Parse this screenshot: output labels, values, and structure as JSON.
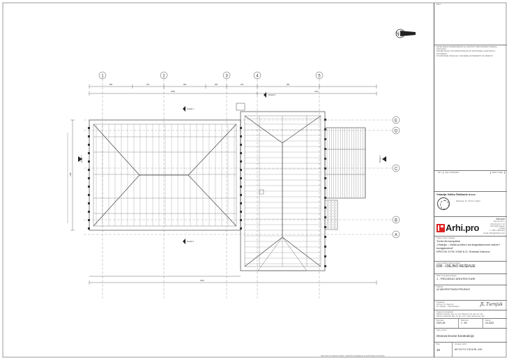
{
  "title_block": {
    "header_label": "Faza",
    "notes": [
      "SE NE SMEJO RAZMNOŽEVATI ALI IZROČATI TRETJIM BREZ PISNEGA SOGLASJA",
      "PROJEKTANTA. AVTORSKE PRAVICE SO ZAŠČITENE S ZAKONOM O AVTORSKIH",
      "IN SORODNIH PRAVICAH. VSE MERE JE PREVERITI NA OBJEKTU"
    ],
    "revisions_header": {
      "rev": "Rev.",
      "desc": "Opis / Description",
      "date": "Datum / Date"
    },
    "investor_name": "Vinarija Veliko Šotković d.o.o.",
    "investor_address": "Dalmacija, Sv. Vrhovin, Kaštel",
    "firm_name": "Arhi.pro",
    "firm_address": [
      "Arhi.pro d.o.o.",
      "Ulica Kneza S. 12",
      "HR-10000 Zagreb",
      "Croatia",
      "T: +385 1 4834 821",
      "Email: office@arhipro.com"
    ],
    "logo_text": "Arhi.pro",
    "building_label": "Objekt / Naziv projekta",
    "building": [
      "Turist čki kompleks",
      "„Vinarija – vinski podrum sa degustacionom salom i",
      "bungalovima“",
      "KPK/7/8, K7/9 i K3/8 K.O. Sremski Karlovci"
    ],
    "phase_label": "Vrsta tehničke dokumentacije",
    "phase": "IDR - IDEJNO REŠENJE",
    "part_label": "Naziv i broj dela projekta",
    "part": "1 - PROJEKAT ARHITEKTURE",
    "contents_label": "Sadržaj",
    "contents": "UZ ARHITEKTONSKI PROJEKAT",
    "designer_label": "Projektant",
    "designer": [
      "Arhi.pro, Sv. Sava 12",
      "Sv. Aleksije – 1000 Sarajevo"
    ],
    "responsible_label": "Odgovorni projektant",
    "responsible": [
      "NIKOLA Pevnjuk, dipl. inž. arh.   Nikola Turnić, dipl. inž. arh.",
      "NIKOLA Sotkovicć dipl. inž. arh.   Arh. Jovan Stevanović, dipl."
    ],
    "scale_label_1": "Broj lista",
    "scale_val_1": "2022-28",
    "scale_label_2": "Razmera",
    "scale_val_2": "1 : 50",
    "date_label": "Datum",
    "date_val": "10.2022",
    "drawing_label": "Naziv crteža",
    "drawing": "Osnova krovne konstrukcije",
    "sheet_label": "Broj",
    "sheet_no": "16",
    "code_label": "Oznaka crteža",
    "code": "AP-VV-T/1 CD A-RL-120",
    "footer": "ARHI.PRO AUTORSKO PRAVO. TEHNIČKO RJEŠENJE JE ZAŠTIĆENO ZAKONOM"
  },
  "drawing": {
    "grid_top": [
      "1",
      "2",
      "3",
      "4",
      "5"
    ],
    "grid_right": [
      "E",
      "D",
      "C",
      "B",
      "A"
    ],
    "north": "N",
    "dims_top_row1": [
      "380",
      "150",
      "380",
      "380",
      "150",
      "380"
    ],
    "dims_top_row2": [
      "1890",
      "1015"
    ],
    "dims_bottom": [
      "2915"
    ],
    "dim_left": [
      "1180"
    ],
    "section_labels": [
      "Presek 1",
      "Presek 2",
      "Presek 3",
      "Presek 1"
    ],
    "left_label": "Presek 1",
    "right_label": "Presek 2"
  },
  "colors": {
    "line": "#444444",
    "accent": "#d22222"
  }
}
